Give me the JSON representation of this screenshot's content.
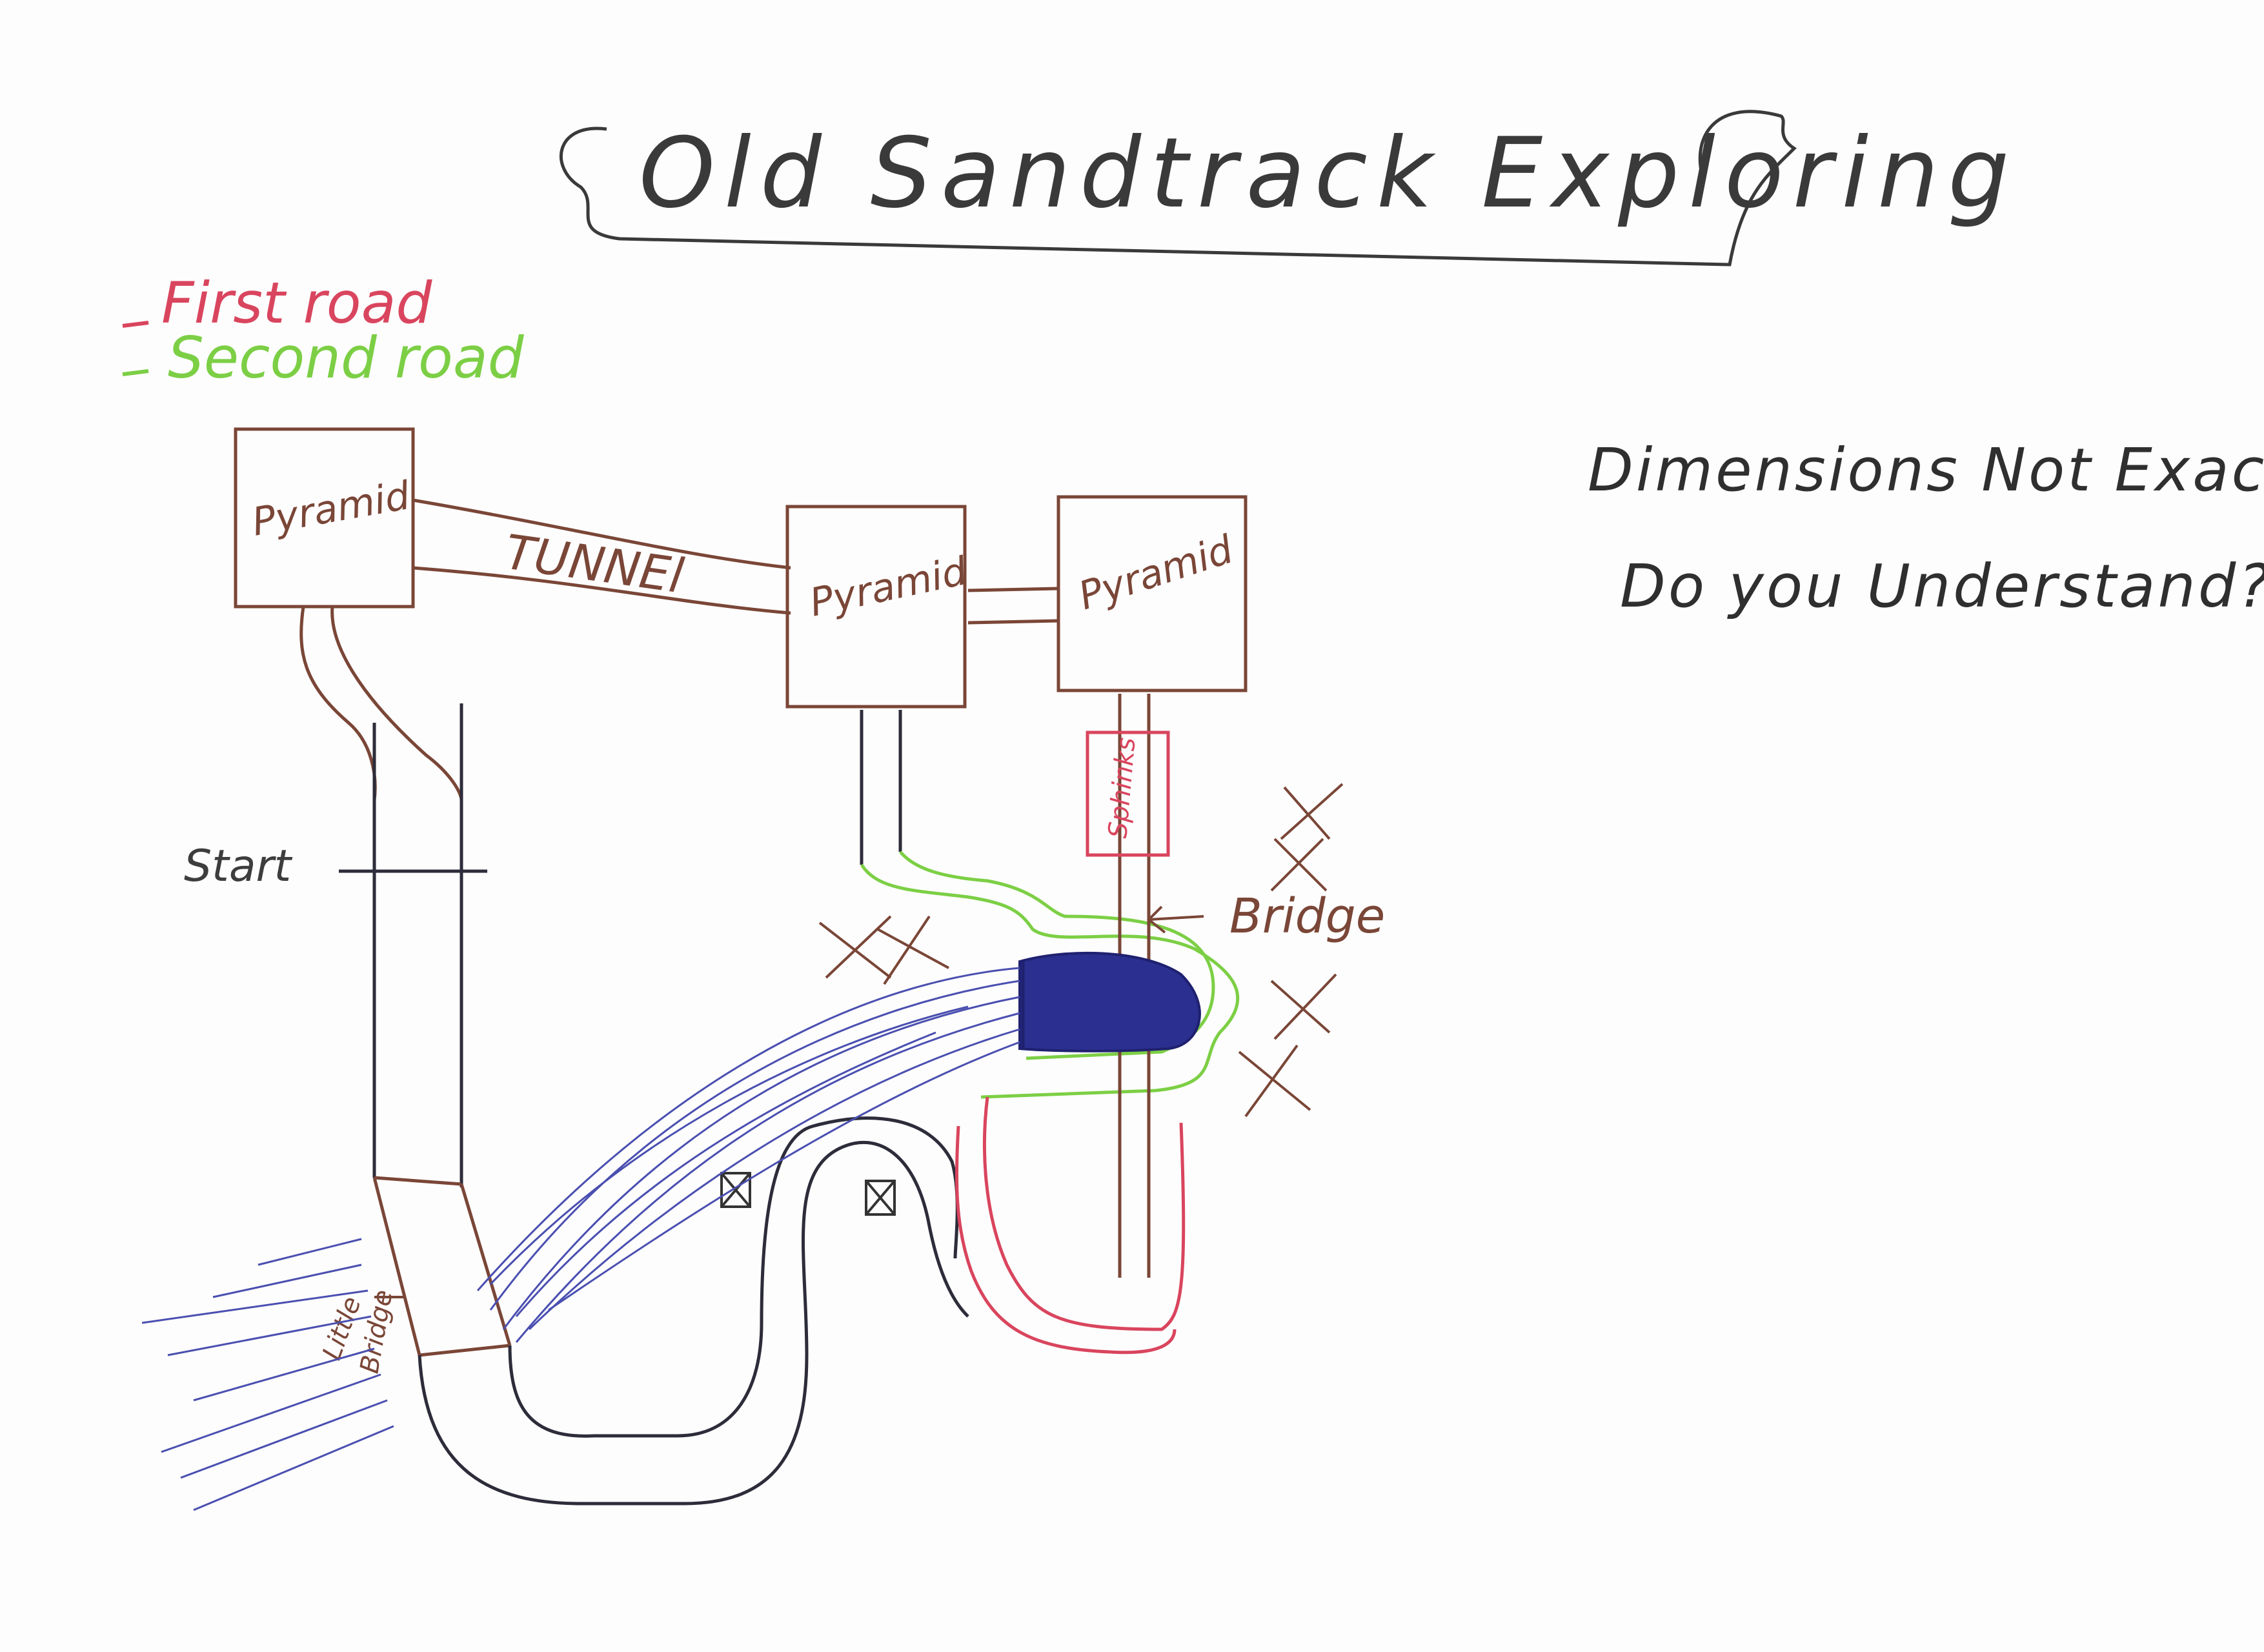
{
  "title": "Old Sandtrack Exploring",
  "legend": {
    "first_road": "First road",
    "second_road": "Second road"
  },
  "notes": {
    "line1": "Dimensions Not Exact",
    "line2": "Do you Understand?"
  },
  "labels": {
    "pyramid_left": "Pyramid",
    "pyramid_middle": "Pyramid",
    "pyramid_right": "Pyramid",
    "tunnel": "TUNNEl",
    "sphinx": "Sphinks",
    "start": "Start",
    "bridge": "Bridge",
    "little": "Little",
    "little_bridge": "Bridge"
  },
  "colors": {
    "brown": "#7a4637",
    "red": "#d9455e",
    "green": "#7ccf45",
    "blue": "#2b2f8f",
    "dark": "#333333"
  }
}
